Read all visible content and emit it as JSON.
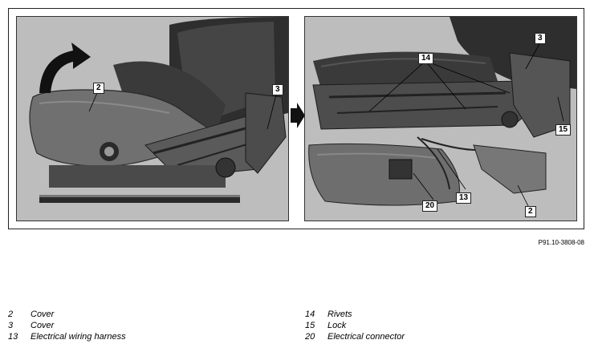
{
  "figure": {
    "left_callouts": [
      "2",
      "3"
    ],
    "right_callouts": [
      "3",
      "14",
      "15",
      "13",
      "20",
      "2"
    ],
    "reference_code": "P91.10-3808-08"
  },
  "legend": {
    "left": [
      {
        "num": "2",
        "label": "Cover"
      },
      {
        "num": "3",
        "label": "Cover"
      },
      {
        "num": "13",
        "label": "Electrical wiring harness"
      }
    ],
    "right": [
      {
        "num": "14",
        "label": "Rivets"
      },
      {
        "num": "15",
        "label": "Lock"
      },
      {
        "num": "20",
        "label": "Electrical connector"
      }
    ]
  },
  "colors": {
    "background_grey": "#bfbfbf",
    "seat_dark": "#3a3a3a",
    "cover_grey": "#6e6e6e",
    "arrow_black": "#111111"
  }
}
